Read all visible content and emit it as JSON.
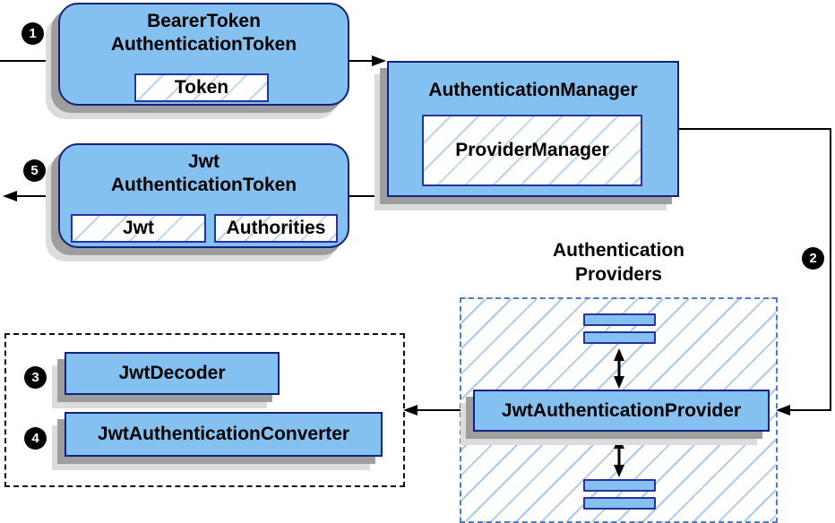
{
  "colors": {
    "node_fill": "#85c1f0",
    "node_border": "#16207d",
    "inner_border": "#2433a0",
    "hatch_inner": "#b8d6f2",
    "hatch_container": "#a9c9ee",
    "shadow_dark": "#9e9e9e",
    "shadow_light": "#dcdcdc",
    "providers_dash": "#4d7ec0",
    "decoder_dash": "#111111",
    "arrow": "#000000",
    "badge_bg": "#000000",
    "badge_text": "#ffffff"
  },
  "badges": {
    "step1": "1",
    "step2": "2",
    "step3": "3",
    "step4": "4",
    "step5": "5"
  },
  "nodes": {
    "bearer": {
      "line1": "BearerToken",
      "line2": "AuthenticationToken",
      "token": "Token"
    },
    "auth_manager": {
      "title": "AuthenticationManager",
      "inner": "ProviderManager"
    },
    "jwt_token": {
      "line1": "Jwt",
      "line2": "AuthenticationToken",
      "jwt": "Jwt",
      "authorities": "Authorities"
    },
    "providers": {
      "title_line1": "Authentication",
      "title_line2": "Providers",
      "provider": "JwtAuthenticationProvider"
    },
    "decoder_group": {
      "decoder": "JwtDecoder",
      "converter": "JwtAuthenticationConverter"
    }
  }
}
